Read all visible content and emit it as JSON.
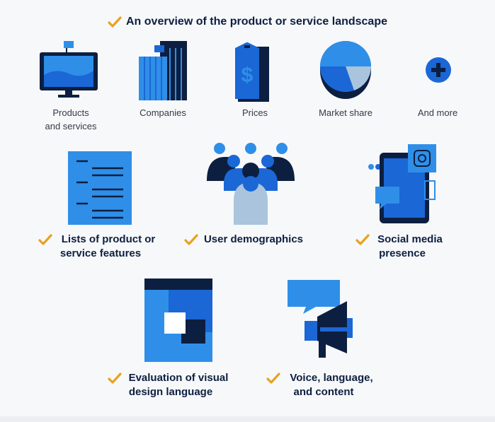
{
  "header": {
    "title": "An overview of the product or service landscape"
  },
  "top_row": [
    {
      "id": "products",
      "label_line1": "Products",
      "label_line2": "and services",
      "icon": "monitor-icon"
    },
    {
      "id": "companies",
      "label_line1": "Companies",
      "label_line2": "",
      "icon": "building-icon"
    },
    {
      "id": "prices",
      "label_line1": "Prices",
      "label_line2": "",
      "icon": "price-tag-icon"
    },
    {
      "id": "market",
      "label_line1": "Market share",
      "label_line2": "",
      "icon": "pie-chart-icon"
    },
    {
      "id": "more",
      "label_line1": "And more",
      "label_line2": "",
      "icon": "plus-circle-icon"
    }
  ],
  "middle_row": [
    {
      "id": "features",
      "label_line1": "Lists of product or",
      "label_line2": "service features",
      "icon": "document-list-icon"
    },
    {
      "id": "demographics",
      "label_line1": "User demographics",
      "label_line2": "",
      "icon": "people-group-icon"
    },
    {
      "id": "social",
      "label_line1": "Social media",
      "label_line2": "presence",
      "icon": "tablet-social-icon"
    }
  ],
  "bottom_row": [
    {
      "id": "visual",
      "label_line1": "Evaluation of visual",
      "label_line2": "design language",
      "icon": "layout-design-icon"
    },
    {
      "id": "voice",
      "label_line1": "Voice, language,",
      "label_line2": "and content",
      "icon": "megaphone-icon"
    }
  ],
  "colors": {
    "navy": "#0d1f40",
    "blue": "#1b67d6",
    "light_blue": "#2f8fe8",
    "pale_blue": "#a9c4dc",
    "check": "#e8a21e"
  }
}
